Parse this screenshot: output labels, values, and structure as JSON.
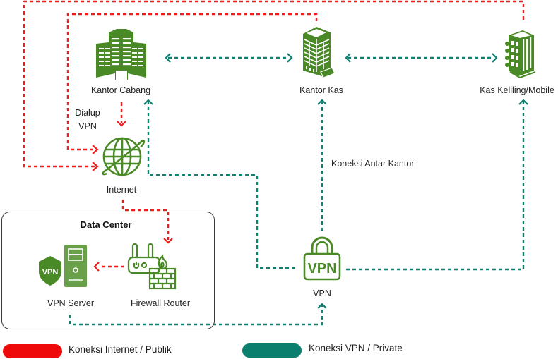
{
  "diagram": {
    "nodes": {
      "kantor_cabang": {
        "label": "Kantor Cabang",
        "icon": "office-complex-icon"
      },
      "kantor_kas": {
        "label": "Kantor Kas",
        "icon": "office-tower-icon"
      },
      "kas_keliling": {
        "label": "Kas Keliling/Mobile",
        "icon": "building-icon"
      },
      "internet": {
        "label": "Internet",
        "icon": "globe-icon"
      },
      "vpn": {
        "label": "VPN",
        "icon": "vpn-lock-icon",
        "icon_text": "VPN"
      },
      "vpn_server": {
        "label": "VPN Server",
        "icon": "server-shield-icon",
        "shield_text": "VPN"
      },
      "firewall_router": {
        "label": "Firewall Router",
        "icon": "firewall-router-icon"
      }
    },
    "annotations": {
      "dialup_line1": "Dialup",
      "dialup_line2": "VPN",
      "antar_kantor": "Koneksi Antar Kantor"
    },
    "group": {
      "title": "Data Center"
    },
    "edges": [
      {
        "from": "kantor_kas",
        "to": "internet",
        "type": "internet"
      },
      {
        "from": "kas_keliling",
        "to": "internet",
        "type": "internet"
      },
      {
        "from": "kantor_cabang",
        "to": "internet",
        "type": "internet",
        "label": "Dialup VPN"
      },
      {
        "from": "internet",
        "to": "firewall_router",
        "type": "internet"
      },
      {
        "from": "firewall_router",
        "to": "vpn_server",
        "type": "internet"
      },
      {
        "from": "kantor_cabang",
        "to": "kantor_kas",
        "type": "vpn",
        "bidirectional": true
      },
      {
        "from": "kantor_kas",
        "to": "kas_keliling",
        "type": "vpn",
        "bidirectional": true
      },
      {
        "from": "vpn",
        "to": "kantor_cabang",
        "type": "vpn"
      },
      {
        "from": "vpn",
        "to": "kantor_kas",
        "type": "vpn",
        "label": "Koneksi Antar Kantor"
      },
      {
        "from": "vpn",
        "to": "kas_keliling",
        "type": "vpn"
      },
      {
        "from": "vpn_server",
        "to": "vpn",
        "type": "vpn"
      }
    ]
  },
  "legend": [
    {
      "label": "Koneksi Internet / Publik",
      "color": "#ee0a0a"
    },
    {
      "label": "Koneksi VPN / Private",
      "color": "#0b7f6e"
    }
  ],
  "colors": {
    "icon_green": "#4a8a26",
    "icon_green_light": "#6aa04a",
    "internet_line": "#ee1c1c",
    "vpn_line": "#0e8070"
  }
}
